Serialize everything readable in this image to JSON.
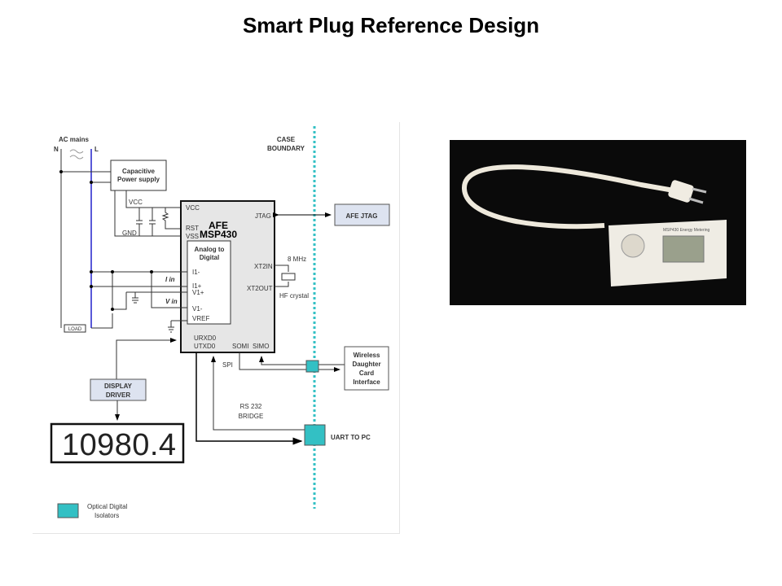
{
  "slide": {
    "title": "Smart Plug Reference Design"
  },
  "diagram": {
    "ac_mains": "AC mains",
    "n": "N",
    "l": "L",
    "case_boundary": [
      "CASE",
      "BOUNDARY"
    ],
    "cap_supply": [
      "Capacitive",
      "Power supply"
    ],
    "vcc": "VCC",
    "gnd": "GND",
    "load": "LOAD",
    "afe": {
      "title1": "AFE",
      "title2": "MSP430",
      "vcc": "VCC",
      "rst": "RST",
      "vss": "VSS",
      "jtag": "JTAG",
      "xt2in": "XT2IN",
      "xt2out": "XT2OUT",
      "urxd0": "URXD0",
      "utxd0": "UTXD0",
      "somi": "SOMI",
      "simo": "SIMO"
    },
    "adc": {
      "title1": "Analog to",
      "title2": "Digital",
      "i1m": "I1-",
      "i1p": "I1+",
      "v1p": "V1+",
      "v1m": "V1-",
      "vref": "VREF"
    },
    "i_in": "I in",
    "v_in": "V in",
    "crystal_freq": "8 MHz",
    "crystal": "HF crystal",
    "afe_jtag": "AFE JTAG",
    "wireless": [
      "Wireless",
      "Daughter",
      "Card",
      "Interface"
    ],
    "spi": "SPI",
    "rs232": [
      "RS 232",
      "BRIDGE"
    ],
    "uart": "UART TO PC",
    "display_driver": [
      "DISPLAY",
      "DRIVER"
    ],
    "lcd_value": "10980.4",
    "legend": [
      "Optical Digital",
      "Isolators"
    ],
    "colors": {
      "isolator": "#33c0c4",
      "boundary": "#33c0c4",
      "live": "#2222cc",
      "block_fill": "#e6e6e6",
      "label_fill": "#dde3f0"
    }
  },
  "photo": {
    "device_label": "MSP430 Energy Metering"
  }
}
